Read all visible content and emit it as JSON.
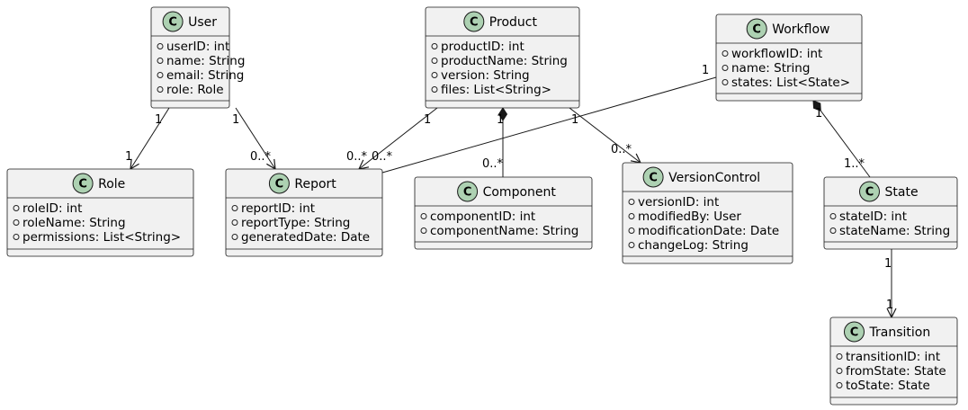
{
  "classes": [
    {
      "id": "user",
      "name": "User",
      "attributes": [
        "userID: int",
        "name: String",
        "email: String",
        "role: Role"
      ]
    },
    {
      "id": "product",
      "name": "Product",
      "attributes": [
        "productID: int",
        "productName: String",
        "version: String",
        "files: List<String>"
      ]
    },
    {
      "id": "workflow",
      "name": "Workflow",
      "attributes": [
        "workflowID: int",
        "name: String",
        "states: List<State>"
      ]
    },
    {
      "id": "role",
      "name": "Role",
      "attributes": [
        "roleID: int",
        "roleName: String",
        "permissions: List<String>"
      ]
    },
    {
      "id": "report",
      "name": "Report",
      "attributes": [
        "reportID: int",
        "reportType: String",
        "generatedDate: Date"
      ]
    },
    {
      "id": "component",
      "name": "Component",
      "attributes": [
        "componentID: int",
        "componentName: String"
      ]
    },
    {
      "id": "versioncontrol",
      "name": "VersionControl",
      "attributes": [
        "versionID: int",
        "modifiedBy: User",
        "modificationDate: Date",
        "changeLog: String"
      ]
    },
    {
      "id": "state",
      "name": "State",
      "attributes": [
        "stateID: int",
        "stateName: String"
      ]
    },
    {
      "id": "transition",
      "name": "Transition",
      "attributes": [
        "transitionID: int",
        "fromState: State",
        "toState: State"
      ]
    }
  ],
  "class_badge_letter": "C",
  "relations": [
    {
      "id": "user-role",
      "from": "user",
      "to": "role",
      "kind": "association",
      "from_mult": "1",
      "to_mult": "1"
    },
    {
      "id": "user-report",
      "from": "user",
      "to": "report",
      "kind": "association",
      "from_mult": "1",
      "to_mult": "0..*"
    },
    {
      "id": "product-report",
      "from": "product",
      "to": "report",
      "kind": "association",
      "from_mult": "1",
      "to_mult": "0..*"
    },
    {
      "id": "product-component",
      "from": "product",
      "to": "component",
      "kind": "composition",
      "from_mult": "1",
      "to_mult": "0..*"
    },
    {
      "id": "product-versioncontrol",
      "from": "product",
      "to": "versioncontrol",
      "kind": "association",
      "from_mult": "1",
      "to_mult": "0..*"
    },
    {
      "id": "workflow-report",
      "from": "workflow",
      "to": "report",
      "kind": "association",
      "from_mult": "1",
      "to_mult": "0..*"
    },
    {
      "id": "workflow-state",
      "from": "workflow",
      "to": "state",
      "kind": "composition",
      "from_mult": "1",
      "to_mult": "1..*"
    },
    {
      "id": "state-transition",
      "from": "state",
      "to": "transition",
      "kind": "association",
      "from_mult": "1",
      "to_mult": "1"
    }
  ],
  "colors": {
    "box_fill": "#f1f1f1",
    "badge_fill": "#add1b2",
    "line": "#181818"
  },
  "icons": {
    "class_badge": "class-c-badge-icon",
    "visibility": "public-circle-icon"
  }
}
